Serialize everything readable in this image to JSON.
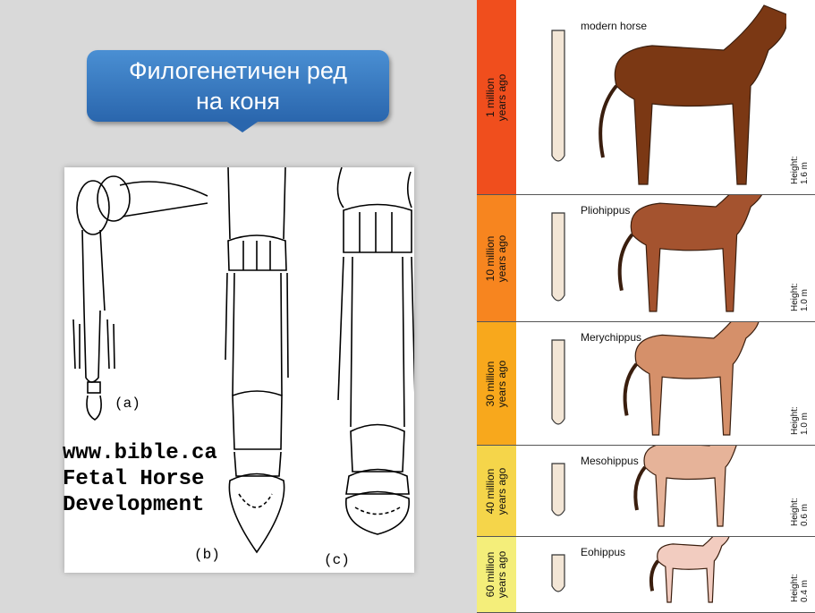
{
  "callout": {
    "line1": "Филогенетичен ред",
    "line2": "на коня"
  },
  "fetal_image": {
    "labels": {
      "a": "(a)",
      "b": "(b)",
      "c": "(c)"
    },
    "watermark": [
      "www.bible.ca",
      "Fetal Horse",
      "Development"
    ]
  },
  "evolution_chart": {
    "rows": [
      {
        "era": [
          "1 million",
          "years ago"
        ],
        "species": "modern horse",
        "height": [
          "Height:",
          "1.6 m"
        ],
        "color": "#f04e1d"
      },
      {
        "era": [
          "10 million",
          "years ago"
        ],
        "species": "Pliohippus",
        "height": [
          "Height:",
          "1.0 m"
        ],
        "color": "#f7851f"
      },
      {
        "era": [
          "30 million",
          "years ago"
        ],
        "species": "Merychippus",
        "height": [
          "Height:",
          "1.0 m"
        ],
        "color": "#f8a81c"
      },
      {
        "era": [
          "40 million",
          "years ago"
        ],
        "species": "Mesohippus",
        "height": [
          "Height:",
          "0.6 m"
        ],
        "color": "#f5d54a"
      },
      {
        "era": [
          "60 million",
          "years ago"
        ],
        "species": "Eohippus",
        "height": [
          "Height:",
          "0.4 m"
        ],
        "color": "#f4ee7a"
      }
    ],
    "horse_colors": [
      "#7b3814",
      "#a4532f",
      "#d5906a",
      "#e6b399",
      "#f2ccc0"
    ]
  }
}
